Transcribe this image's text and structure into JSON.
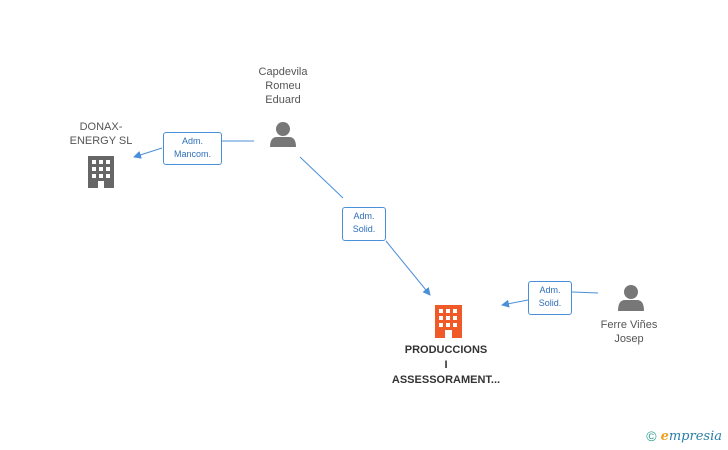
{
  "nodes": {
    "capdevila": {
      "label": "Capdevila\nRomeu\nEduard",
      "type": "person"
    },
    "donax": {
      "label": "DONAX-\nENERGY  SL",
      "type": "company"
    },
    "produccions": {
      "label": "PRODUCCIONS\nI\nASSESSORAMENT...",
      "type": "company-main"
    },
    "ferre": {
      "label": "Ferre Viñes\nJosep",
      "type": "person"
    }
  },
  "edges": [
    {
      "from": "capdevila",
      "to": "donax",
      "label": "Adm.\nMancom."
    },
    {
      "from": "capdevila",
      "to": "produccions",
      "label": "Adm.\nSolid."
    },
    {
      "from": "ferre",
      "to": "produccions",
      "label": "Adm.\nSolid."
    }
  ],
  "colors": {
    "person": "#777777",
    "company": "#666666",
    "company_main": "#f05a28",
    "edge": "#4a8fd9"
  },
  "brand": {
    "copyright": "©",
    "initial": "e",
    "name": "mpresia"
  }
}
